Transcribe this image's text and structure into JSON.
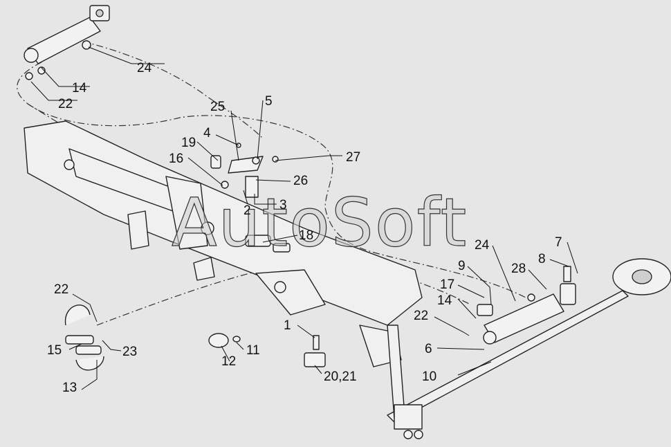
{
  "watermark": "AutoSoft",
  "callouts": {
    "c1": "1",
    "c2": "2",
    "c3": "3",
    "c4": "4",
    "c5": "5",
    "c6": "6",
    "c7": "7",
    "c8": "8",
    "c9": "9",
    "c10": "10",
    "c11": "11",
    "c12": "12",
    "c13": "13",
    "c14a": "14",
    "c14b": "14",
    "c15": "15",
    "c16": "16",
    "c17": "17",
    "c18": "18",
    "c19": "19",
    "c2021": "20,21",
    "c22a": "22",
    "c22b": "22",
    "c22c": "22",
    "c23": "23",
    "c24a": "24",
    "c24b": "24",
    "c25": "25",
    "c26": "26",
    "c27": "27",
    "c28": "28"
  }
}
